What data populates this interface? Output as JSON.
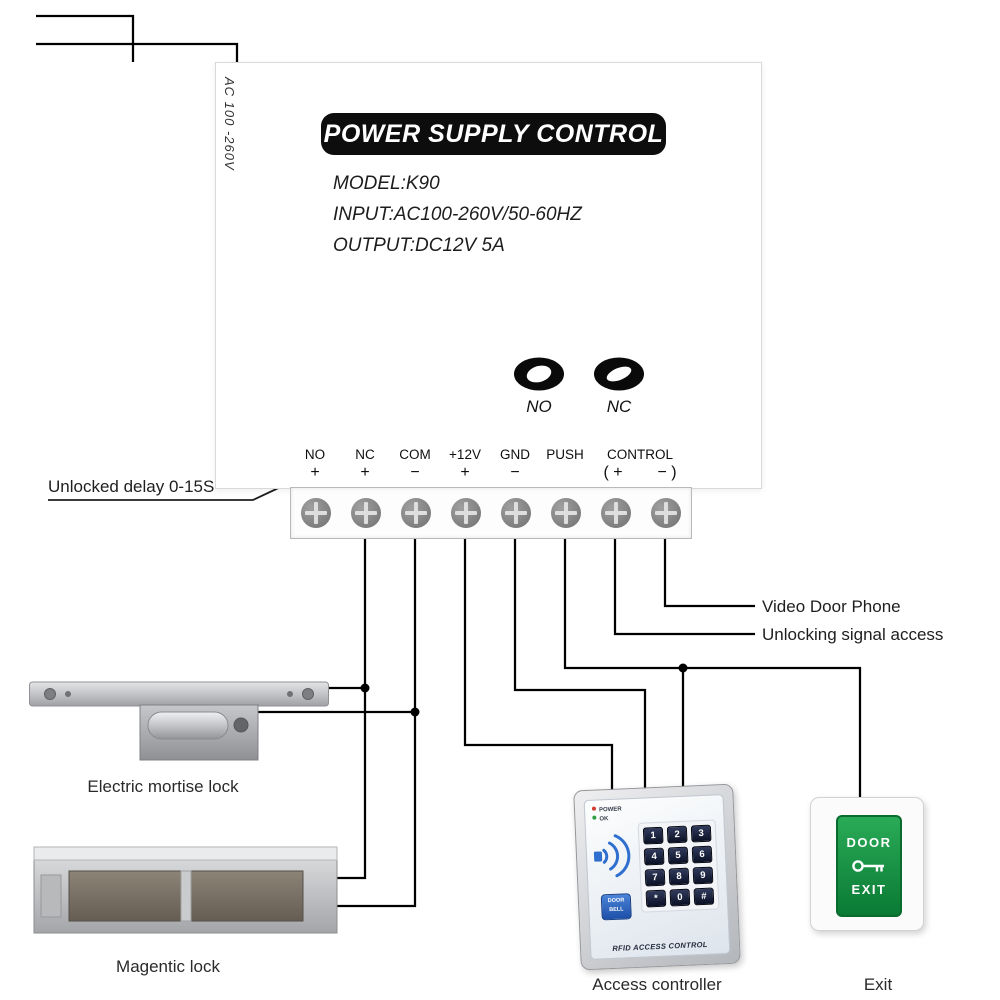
{
  "power_box": {
    "badge": "POWER SUPPLY CONTROL",
    "specs": [
      "MODEL:K90",
      "INPUT:AC100-260V/50-60HZ",
      "OUTPUT:DC12V 5A"
    ],
    "ac_side_label": "AC 100 -260V",
    "jumper_labels": [
      "NO",
      "NC"
    ]
  },
  "terminal_block": {
    "labels": [
      "NO",
      "NC",
      "COM",
      "+12V",
      "GND",
      "PUSH",
      "CONTROL"
    ],
    "signs": [
      "+",
      "+",
      "−",
      "+",
      "−",
      "",
      "( +",
      "− )"
    ],
    "screw_count": 8
  },
  "notes": {
    "delay": "Unlocked delay 0-15S",
    "video_door_phone": "Video Door Phone",
    "unlocking_signal": "Unlocking signal access"
  },
  "device_labels": {
    "mortise": "Electric mortise lock",
    "magnetic": "Magentic lock",
    "controller": "Access controller",
    "exit": "Exit"
  },
  "access_controller": {
    "leds": [
      "POWER",
      "OK"
    ],
    "keys": [
      "1",
      "2",
      "3",
      "4",
      "5",
      "6",
      "7",
      "8",
      "9",
      "*",
      "0",
      "#"
    ],
    "bell_lines": [
      "DOOR",
      "BELL"
    ],
    "footer": "RFID ACCESS CONTROL"
  },
  "exit_button": {
    "top": "DOOR",
    "bottom": "EXIT"
  }
}
